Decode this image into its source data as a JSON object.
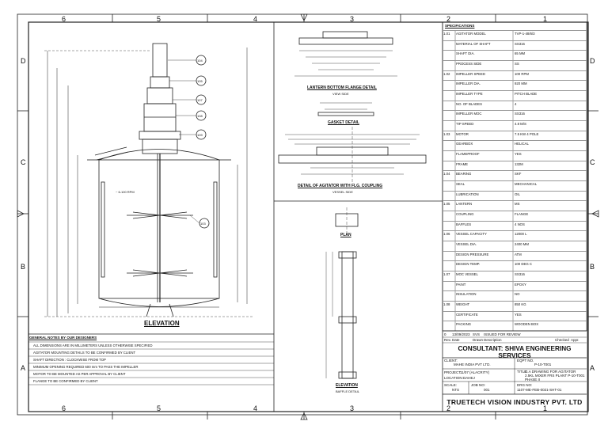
{
  "zones": {
    "top": [
      "6",
      "5",
      "4",
      "3",
      "2",
      "1"
    ],
    "bottom": [
      "6",
      "5",
      "4",
      "3",
      "2",
      "1"
    ],
    "left": [
      "D",
      "C",
      "B",
      "A"
    ],
    "right": [
      "D",
      "C",
      "B",
      "A"
    ]
  },
  "views": {
    "elevation": "ELEVATION",
    "lantern_flange": "LANTERN BOTTOM FLANGE DETAIL",
    "lantern_flange_sub": "VIEW SIDE",
    "gasket": "GASKET DETAIL",
    "agitator_detail": "DETAIL OF AGITATOR WITH FLG. COUPLING",
    "agitator_sub": "VESSEL SIDE",
    "baffle": "ELEVATION",
    "baffle_sub": "BAFFLE DETAIL",
    "plan": "PLAN"
  },
  "callouts": [
    "104",
    "105",
    "107",
    "108",
    "109",
    "103"
  ],
  "rpm_label": "~ 6-100 RPM",
  "general_notes": {
    "heading": "GENERAL NOTES BY OUR DESIGNERS",
    "items": [
      "ALL DIMENSIONS ARE IN MILLIMETERS UNLESS OTHERWISE SPECIFIED",
      "AGITATOR MOUNTING DETAILS TO BE CONFIRMED BY CLIENT",
      "SHAFT DIRECTION : CLOCKWISE FROM TOP",
      "MINIMUM OPENING REQUIRED 600 mm TO PASS THE IMPELLER",
      "MOTOR TO BE MOUNTED AS PER APPROVAL BY CLIENT",
      "FLANGE TO BE CONFIRMED BY CLIENT"
    ]
  },
  "spec_table_title": "SPECIFICATIONS",
  "spec_rows": [
    [
      "1.01",
      "AGITATOR MODEL",
      "TVP-1-48/6/3"
    ],
    [
      "",
      "MATERIAL OF SHAFT",
      "SS316"
    ],
    [
      "",
      "SHAFT DIA.",
      "65 MM"
    ],
    [
      "",
      "PROCESS SIDE",
      "SS"
    ],
    [
      "1.02",
      "IMPELLER SPEED",
      "100 RPM"
    ],
    [
      "",
      "IMPELLER DIA.",
      "920 MM"
    ],
    [
      "",
      "IMPELLER TYPE",
      "PITCH BLADE"
    ],
    [
      "",
      "NO. OF BLADES",
      "4"
    ],
    [
      "",
      "IMPELLER MOC",
      "SS316"
    ],
    [
      "",
      "TIP SPEED",
      "4.8 M/S"
    ],
    [
      "1.03",
      "MOTOR",
      "7.5 KW 4 POLE"
    ],
    [
      "",
      "GEARBOX",
      "HELICAL"
    ],
    [
      "",
      "FLAMEPROOF",
      "YES"
    ],
    [
      "",
      "FRAME",
      "132M"
    ],
    [
      "1.04",
      "BEARING",
      "SKF"
    ],
    [
      "",
      "SEAL",
      "MECHANICAL"
    ],
    [
      "",
      "LUBRICATION",
      "OIL"
    ],
    [
      "1.05",
      "LANTERN",
      "MS"
    ],
    [
      "",
      "COUPLING",
      "FLANGE"
    ],
    [
      "",
      "BAFFLES",
      "4 NOS"
    ],
    [
      "1.06",
      "VESSEL CAPACITY",
      "12000 L"
    ],
    [
      "",
      "VESSEL DIA.",
      "2400 MM"
    ],
    [
      "",
      "DESIGN PRESSURE",
      "ATM"
    ],
    [
      "",
      "DESIGN TEMP.",
      "100 DEG C"
    ],
    [
      "1.07",
      "MOC VESSEL",
      "SS316"
    ],
    [
      "",
      "PAINT",
      "EPOXY"
    ],
    [
      "",
      "INSULATION",
      "NO"
    ],
    [
      "1.08",
      "WEIGHT",
      "850 KG"
    ],
    [
      "",
      "CERTIFICATE",
      "YES"
    ],
    [
      "",
      "PACKING",
      "WOODEN BOX"
    ]
  ],
  "revisions": {
    "row": [
      "0",
      "13/09/2023",
      "SVS",
      "ISSUED FOR REVIEW"
    ],
    "headers": [
      "Rev.",
      "Date",
      "Drawn",
      "Description",
      "Checked",
      "Appr."
    ]
  },
  "title_block": {
    "consultant": "CONSULTANT: SHIVA ENGINEERING SERVICES",
    "client_label": "CLIENT:",
    "client": "MAHE INDIA PVT LTD.",
    "eqpt_label": "EQPT NO.",
    "eqpt_no": "P-10-T001",
    "project_label": "PROJECT:",
    "project": "11/07 (ALACRITY)",
    "location_label": "LOCATION:",
    "location": "DAHEJ",
    "title_label": "TITLE:",
    "title": "G.A DRAWING FOR AGITATOR 2.5KL MIXER FRS PLANT P-10-T001 PHASE II",
    "scale_label": "SCALE:",
    "scale": "NTS",
    "job_label": "JOB NO:",
    "job_no": "001",
    "drg_label": "DRG NO:",
    "drg_no": "1107-ME-FEB-0021-SHT-01",
    "company": "TRUETECH VISION INDUSTRY PVT. LTD"
  },
  "colors": {
    "line": "#222222",
    "background": "#ffffff"
  }
}
